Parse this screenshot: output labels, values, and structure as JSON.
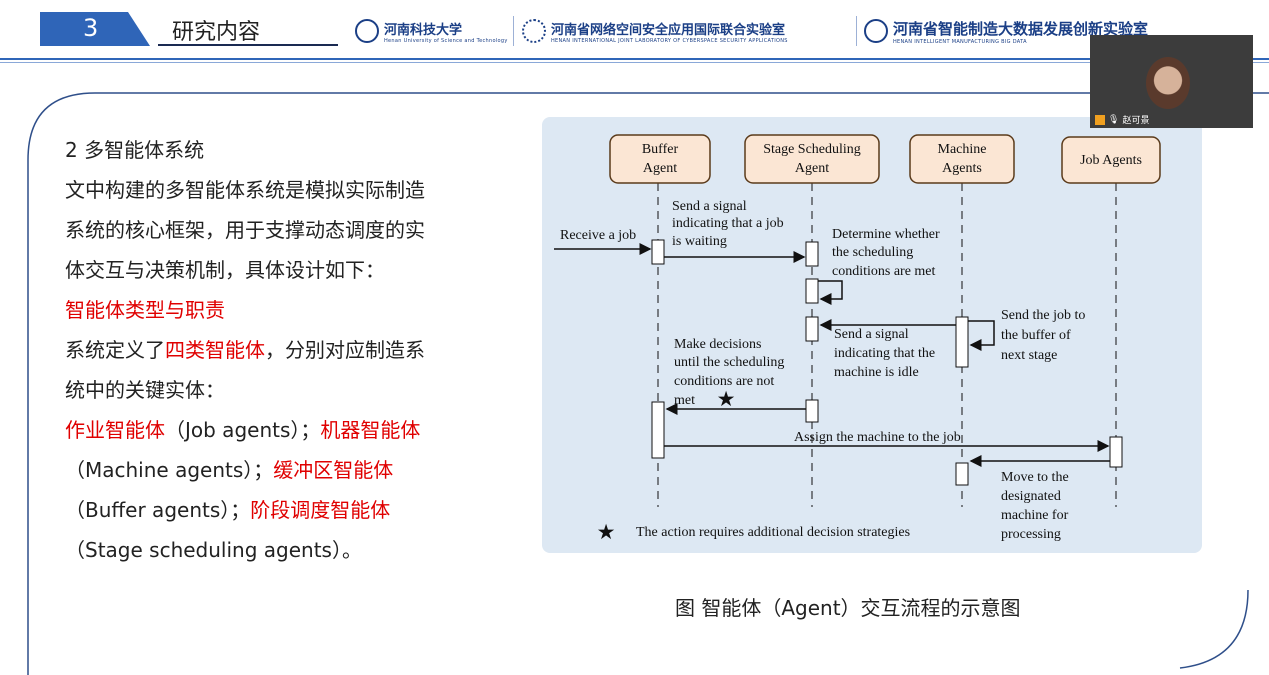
{
  "header": {
    "section_number": "3",
    "section_title": "研究内容",
    "logos": [
      {
        "name": "河南科技大学",
        "sub": "Henan University of Science and Technology"
      },
      {
        "name": "河南省网络空间安全应用国际联合实验室",
        "sub": "HENAN INTERNATIONAL JOINT LABORATORY OF CYBERSPACE SECURITY APPLICATIONS"
      },
      {
        "name": "河南省智能制造大数据发展创新实验室",
        "sub": "HENAN INTELLIGENT MANUFACTURING BIG DATA"
      }
    ]
  },
  "video": {
    "participant_name": "赵可景"
  },
  "body": {
    "heading": "2 多智能体系统",
    "para1": [
      "文中构建的多智能体系统是模拟实际制造",
      "系统的核心框架，用于支撑动态调度的实",
      "体交互与决策机制，具体设计如下："
    ],
    "subheading": "智能体类型与职责",
    "para2_prefix": "系统定义了",
    "para2_highlight": "四类智能体",
    "para2_suffix": "，分别对应制造系",
    "para2_line2": "统中的关键实体：",
    "agents": {
      "job_cn": "作业智能体",
      "job_en": "（Job agents）；",
      "machine_cn": "机器智能体",
      "machine_en": "（Machine agents）；",
      "buffer_cn": "缓冲区智能体",
      "buffer_en": "（Buffer agents）；",
      "stage_cn": "阶段调度智能体",
      "stage_en": "（Stage scheduling agents）。"
    }
  },
  "diagram": {
    "lanes": [
      {
        "line1": "Buffer",
        "line2": "Agent"
      },
      {
        "line1": "Stage Scheduling",
        "line2": "Agent"
      },
      {
        "line1": "Machine",
        "line2": "Agents"
      },
      {
        "line1": "Job Agents",
        "line2": ""
      }
    ],
    "messages": {
      "receive": "Receive a job",
      "signal_wait": [
        "Send a signal",
        "indicating that a job",
        "is waiting"
      ],
      "determine": [
        "Determine whether",
        "the scheduling",
        "conditions are met"
      ],
      "send_job": [
        "Send the job to",
        "the buffer of",
        "next stage"
      ],
      "make_decisions": [
        "Make decisions",
        "until the scheduling",
        "conditions are not",
        "met"
      ],
      "signal_idle": [
        "Send a signal",
        "indicating that the",
        "machine is idle"
      ],
      "assign": "Assign the machine to the job",
      "move": [
        "Move to the",
        "designated",
        "machine for",
        "processing"
      ]
    },
    "legend": "The action requires additional decision strategies",
    "caption": "图 智能体（Agent）交互流程的示意图"
  },
  "colors": {
    "accent": "#2f65b8",
    "highlight": "#e00000",
    "lane_box": "#fbe6d4",
    "lane_border": "#5a3a1a",
    "panel": "#dde8f3"
  }
}
